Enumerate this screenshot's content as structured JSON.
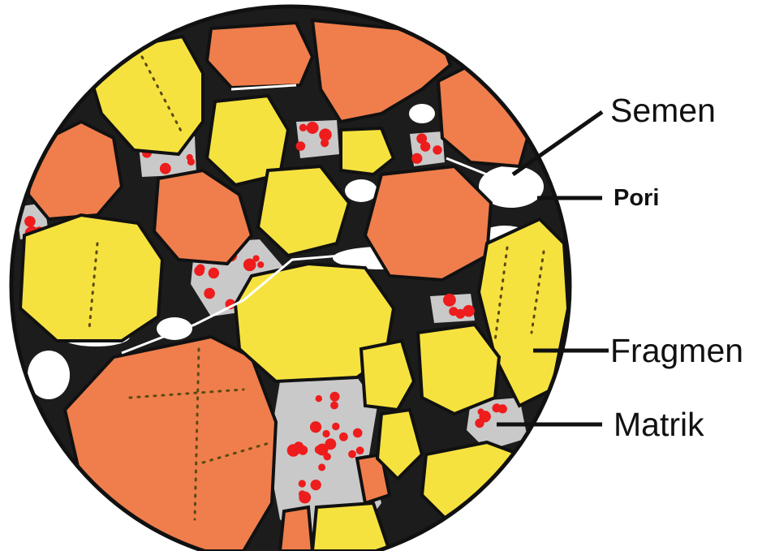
{
  "labels": {
    "semen": "Semen",
    "pori": "Pori",
    "fragmen": "Fragmen",
    "matrik": "Matrik"
  },
  "colors": {
    "cement": "#1c1c1c",
    "pore": "#ffffff",
    "fragment_yellow": "#f6e23f",
    "fragment_orange": "#ef7e4c",
    "matrix_dot": "#ee1c1c",
    "outline": "#111111",
    "text": "#111111"
  }
}
